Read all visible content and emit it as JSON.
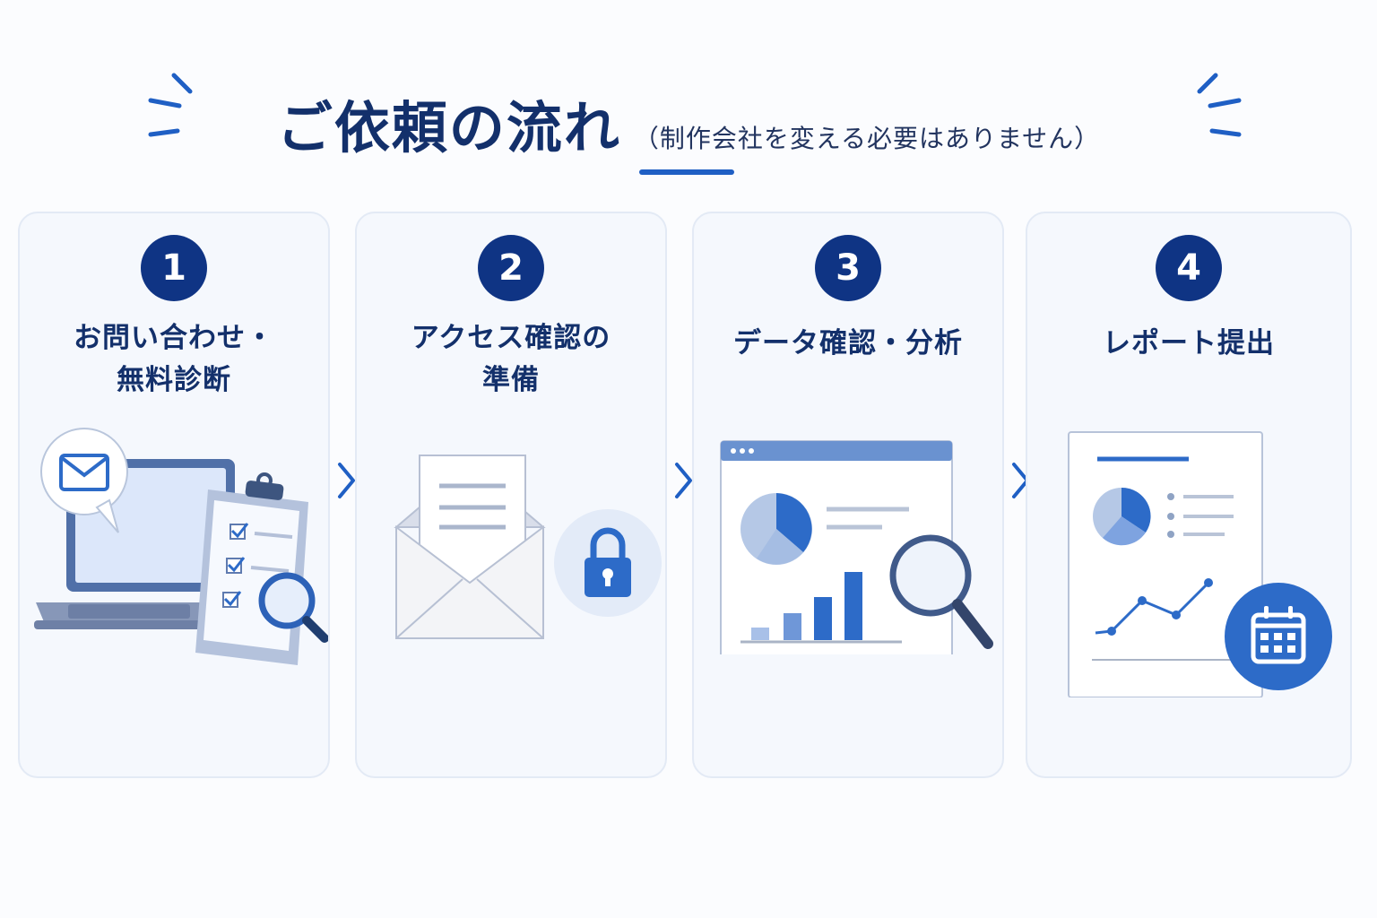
{
  "header": {
    "title": "ご依頼の流れ",
    "subtitle": "（制作会社を変える必要はありません）"
  },
  "colors": {
    "navy": "#0f3484",
    "title_text": "#13306b",
    "accent_blue": "#1f5fc4",
    "card_bg": "#f5f8fd"
  },
  "steps": [
    {
      "number": "1",
      "line1": "お問い合わせ・",
      "line2": "無料診断",
      "icons": [
        "mail-icon",
        "laptop-icon",
        "clipboard-icon",
        "magnifier-icon"
      ]
    },
    {
      "number": "2",
      "line1": "アクセス確認の",
      "line2": "準備",
      "icons": [
        "envelope-icon",
        "lock-icon"
      ]
    },
    {
      "number": "3",
      "line1": "データ確認・分析",
      "icons": [
        "browser-window-icon",
        "pie-chart-icon",
        "bar-chart-icon",
        "magnifier-icon"
      ]
    },
    {
      "number": "4",
      "line1": "レポート提出",
      "icons": [
        "report-document-icon",
        "pie-chart-icon",
        "line-chart-icon",
        "calendar-icon"
      ]
    }
  ]
}
